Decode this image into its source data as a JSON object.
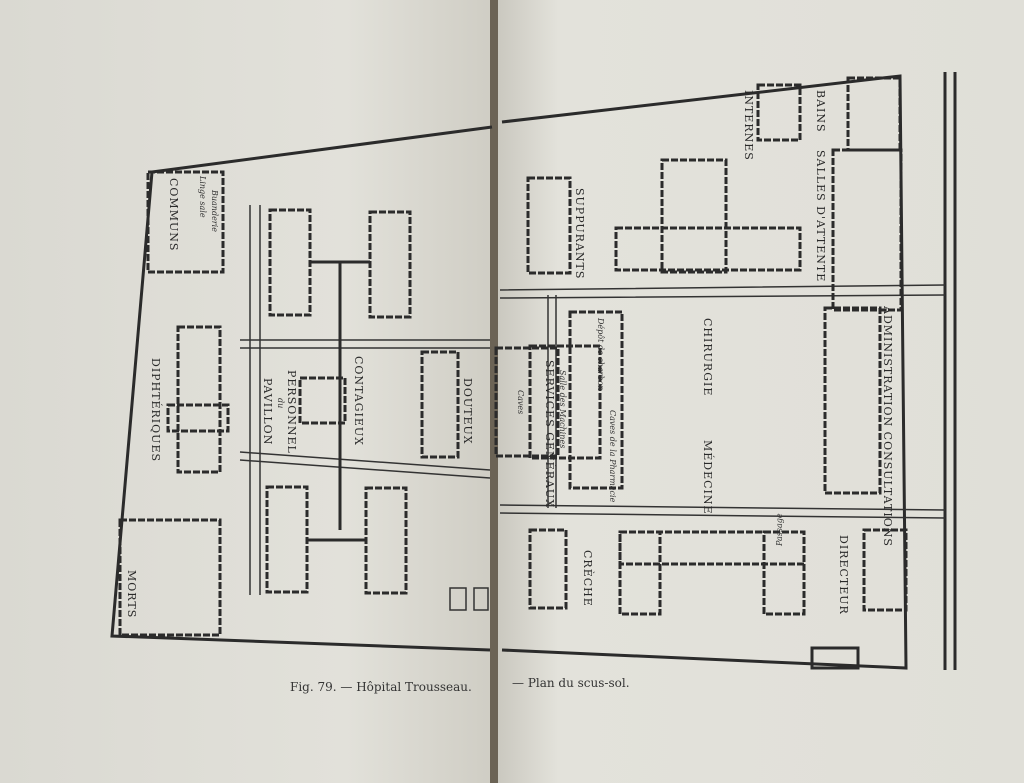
{
  "caption": {
    "left": "Fig. 79. — Hôpital Trousseau.",
    "right": "— Plan du scus-sol."
  },
  "labels": {
    "communs": "COMMUNS",
    "lingerie": "Linge sale",
    "buanderie": "Buanderie",
    "diphteriques": "DIPHTÉRIQUES",
    "pavillon": "PAVILLON",
    "du": "du",
    "personnel": "PERSONNEL",
    "contagieux": "CONTAGIEUX",
    "douteux": "DOUTEUX",
    "morts": "MORTS",
    "suppurants": "SUPPURANTS",
    "chirurgie": "CHIRURGIE",
    "medecine": "MÉDECINE",
    "creche": "CRÈCHE",
    "salles_attente": "SALLES D'ATTENTE",
    "internes": "INTERNES",
    "bains": "BAINS",
    "admin": "ADMINISTRATION CONSULTATIONS",
    "directeur": "DIRECTEUR",
    "services": "SERVICES GÉNÉRAUX",
    "salle_machines": "Salle des Machines",
    "depot": "Dépôt de charbon",
    "caves": "Caves",
    "caves_pharmacie": "Caves de la Pharmacie",
    "passage": "Passage"
  }
}
